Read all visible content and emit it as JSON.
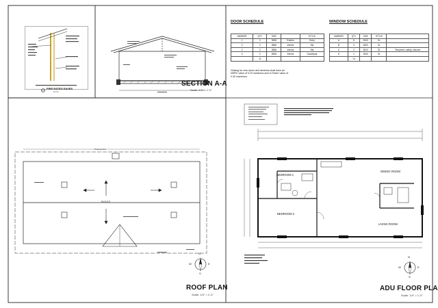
{
  "sheet": {
    "section_title": "SECTION A-A",
    "section_scale": "Scale: 1/4\" = 1'-0\"",
    "roof_title": "ROOF PLAN",
    "roof_scale": "Scale: 1/4\" = 1'-0\"",
    "floor_title": "ADU FLOOR PLAN",
    "floor_scale": "Scale: 1/4\" = 1'-0\"",
    "eaves_label": "FIRE RATED EAVES",
    "eaves_sub": "N.T.S."
  },
  "door_schedule": {
    "title": "DOOR SCHEDULE",
    "headers": [
      "MARKER",
      "QTY",
      "SIZE",
      "",
      "STYLE"
    ],
    "rows": [
      [
        "1",
        "2",
        "3068",
        "Exterior",
        "Entry"
      ],
      [
        "2",
        "2",
        "2868",
        "Interior",
        "Std"
      ],
      [
        "3",
        "2",
        "2868",
        "Interior",
        "Std"
      ],
      [
        "4",
        "2",
        "5068",
        "Interior",
        "Closet/pair"
      ],
      [
        "",
        "11",
        "",
        "",
        ""
      ]
    ],
    "note": "Glazing for new doors and windows shall have an NHRC value of 0.23 maximum and U-Factor value of 0.30 maximum."
  },
  "window_schedule": {
    "title": "WINDOW SCHEDULE",
    "headers": [
      "MARKER",
      "QTY",
      "SIZE",
      "STYLE",
      ""
    ],
    "rows": [
      [
        "A",
        "8",
        "3040",
        "SL",
        ""
      ],
      [
        "B",
        "3",
        "2820",
        "SL",
        ""
      ],
      [
        "C",
        "2",
        "3010",
        "SL",
        "Tempered, safety, obscure"
      ],
      [
        "D",
        "1",
        "3040",
        "SL",
        ""
      ],
      [
        "",
        "13",
        "",
        "",
        ""
      ]
    ]
  },
  "roof_plan": {
    "ridge": "RIDGE",
    "property_line": "Property line"
  },
  "floor_plan": {
    "rooms": {
      "bedroom1": "BEDROOM 1",
      "bedroom2": "BEDROOM 2",
      "dining": "DINING ROOM",
      "living": "LIVING ROOM"
    }
  },
  "compass": {
    "n": "N",
    "s": "S",
    "e": "E",
    "w": "W"
  }
}
